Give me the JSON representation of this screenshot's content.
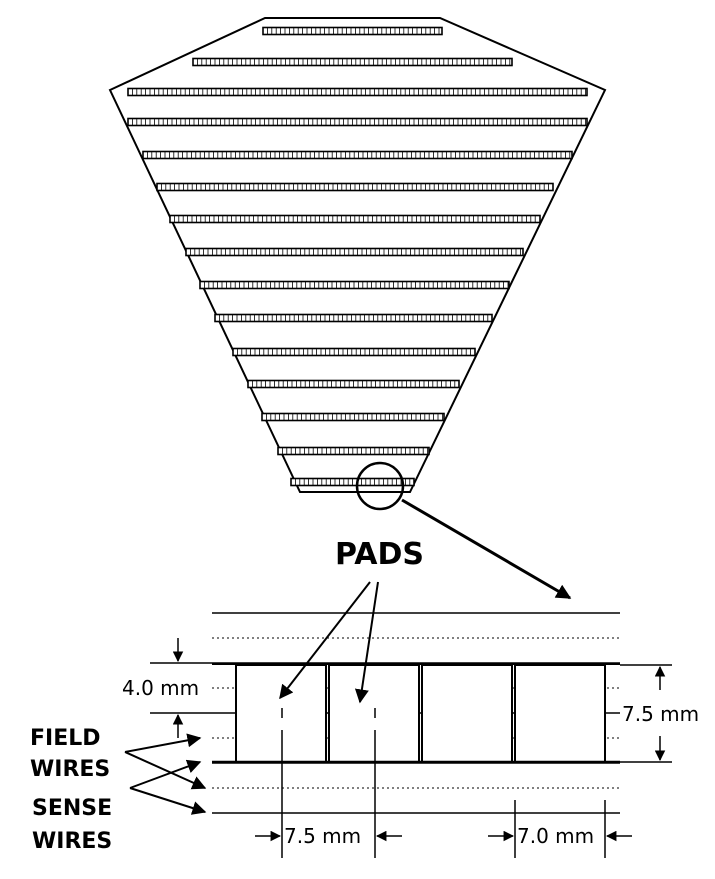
{
  "labels": {
    "pads": "PADS",
    "field_wires_line1": "FIELD",
    "field_wires_line2": "WIRES",
    "sense_wires_line1": "SENSE",
    "sense_wires_line2": "WIRES",
    "dim_row_gap": "4.0 mm",
    "dim_pad_height": "7.5 mm",
    "dim_pad_pitch": "7.5 mm",
    "dim_pad_width": "7.0 mm"
  },
  "colors": {
    "ink": "#000000",
    "background": "#ffffff"
  }
}
